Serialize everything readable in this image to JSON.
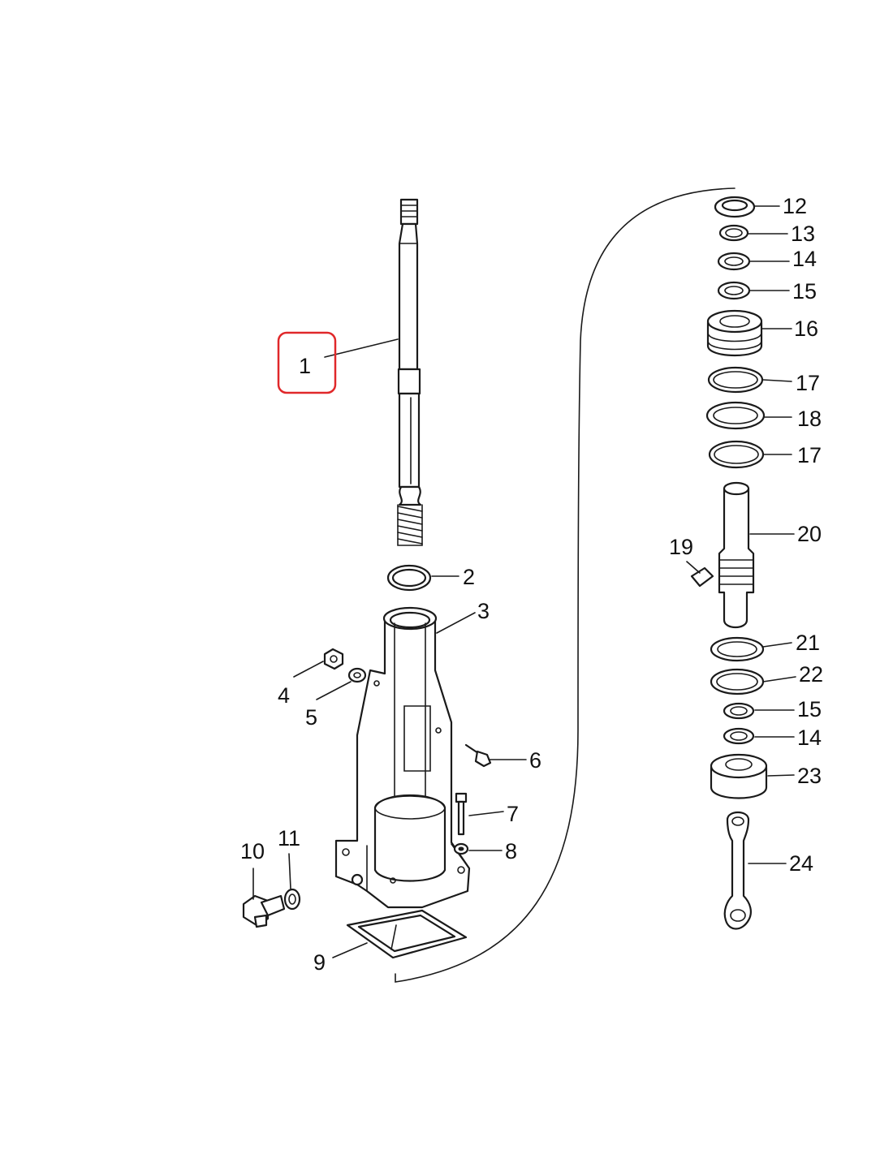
{
  "colors": {
    "line": "#1a1a1a",
    "highlight": "#e0282a",
    "background": "#ffffff"
  },
  "highlighted_callout": "1",
  "callouts": [
    {
      "id": "1",
      "label": "1"
    },
    {
      "id": "2",
      "label": "2"
    },
    {
      "id": "3",
      "label": "3"
    },
    {
      "id": "4",
      "label": "4"
    },
    {
      "id": "5",
      "label": "5"
    },
    {
      "id": "6",
      "label": "6"
    },
    {
      "id": "7",
      "label": "7"
    },
    {
      "id": "8",
      "label": "8"
    },
    {
      "id": "9",
      "label": "9"
    },
    {
      "id": "10",
      "label": "10"
    },
    {
      "id": "11",
      "label": "11"
    },
    {
      "id": "12",
      "label": "12"
    },
    {
      "id": "13",
      "label": "13"
    },
    {
      "id": "14a",
      "label": "14"
    },
    {
      "id": "15a",
      "label": "15"
    },
    {
      "id": "16",
      "label": "16"
    },
    {
      "id": "17a",
      "label": "17"
    },
    {
      "id": "18",
      "label": "18"
    },
    {
      "id": "17b",
      "label": "17"
    },
    {
      "id": "19",
      "label": "19"
    },
    {
      "id": "20",
      "label": "20"
    },
    {
      "id": "21",
      "label": "21"
    },
    {
      "id": "22",
      "label": "22"
    },
    {
      "id": "15b",
      "label": "15"
    },
    {
      "id": "14b",
      "label": "14"
    },
    {
      "id": "23",
      "label": "23"
    },
    {
      "id": "24",
      "label": "24"
    }
  ]
}
